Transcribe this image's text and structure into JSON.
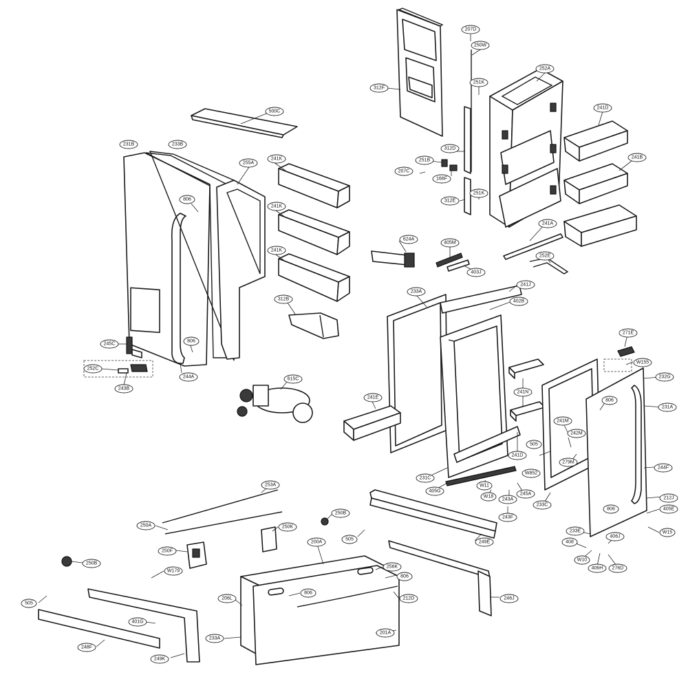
{
  "callouts": [
    {
      "id": "c-207d",
      "label": "207D"
    },
    {
      "id": "c-250w",
      "label": "250W"
    },
    {
      "id": "c-252a",
      "label": "252A"
    },
    {
      "id": "c-251k-top",
      "label": "251K"
    },
    {
      "id": "c-312f",
      "label": "312F"
    },
    {
      "id": "c-241d",
      "label": "241D"
    },
    {
      "id": "c-312d",
      "label": "312D"
    },
    {
      "id": "c-251b",
      "label": "251B"
    },
    {
      "id": "c-207c",
      "label": "207C"
    },
    {
      "id": "c-166f",
      "label": "166F"
    },
    {
      "id": "c-241b",
      "label": "241B"
    },
    {
      "id": "c-312e",
      "label": "312E"
    },
    {
      "id": "c-251k-mid",
      "label": "251K"
    },
    {
      "id": "c-241a",
      "label": "241A"
    },
    {
      "id": "c-252e",
      "label": "252E"
    },
    {
      "id": "c-500c",
      "label": "500C"
    },
    {
      "id": "c-231b",
      "label": "231B"
    },
    {
      "id": "c-233b",
      "label": "233B"
    },
    {
      "id": "c-255a",
      "label": "255A"
    },
    {
      "id": "c-241k-1",
      "label": "241K"
    },
    {
      "id": "c-241k-2",
      "label": "241K"
    },
    {
      "id": "c-241k-3",
      "label": "241K"
    },
    {
      "id": "c-806-a",
      "label": "806"
    },
    {
      "id": "c-624a",
      "label": "624A"
    },
    {
      "id": "c-405m",
      "label": "405M"
    },
    {
      "id": "c-403j",
      "label": "403J"
    },
    {
      "id": "c-312b",
      "label": "312B"
    },
    {
      "id": "c-233a",
      "label": "233A"
    },
    {
      "id": "c-241j",
      "label": "241J"
    },
    {
      "id": "c-402b",
      "label": "402B"
    },
    {
      "id": "c-245c",
      "label": "245C"
    },
    {
      "id": "c-806-b",
      "label": "806"
    },
    {
      "id": "c-252c",
      "label": "252C"
    },
    {
      "id": "c-243b",
      "label": "243B"
    },
    {
      "id": "c-244a",
      "label": "244A"
    },
    {
      "id": "c-615c",
      "label": "615C"
    },
    {
      "id": "c-241e",
      "label": "241E"
    },
    {
      "id": "c-241n",
      "label": "241N"
    },
    {
      "id": "c-271e",
      "label": "271E"
    },
    {
      "id": "c-w155",
      "label": "W155"
    },
    {
      "id": "c-232g",
      "label": "232G"
    },
    {
      "id": "c-806-c",
      "label": "806"
    },
    {
      "id": "c-231a",
      "label": "231A"
    },
    {
      "id": "c-241m",
      "label": "241M"
    },
    {
      "id": "c-242m",
      "label": "242M"
    },
    {
      "id": "c-505",
      "label": "505"
    },
    {
      "id": "c-279m",
      "label": "279M"
    },
    {
      "id": "c-w852",
      "label": "W852"
    },
    {
      "id": "c-241d-b",
      "label": "241D"
    },
    {
      "id": "c-231c",
      "label": "231C"
    },
    {
      "id": "c-244f",
      "label": "244F"
    },
    {
      "id": "c-405g",
      "label": "405G"
    },
    {
      "id": "c-w11",
      "label": "W11"
    },
    {
      "id": "c-w18",
      "label": "W18"
    },
    {
      "id": "c-243a",
      "label": "243A"
    },
    {
      "id": "c-245a",
      "label": "245A"
    },
    {
      "id": "c-233c",
      "label": "233C"
    },
    {
      "id": "c-243f",
      "label": "243F"
    },
    {
      "id": "c-212j",
      "label": "212J"
    },
    {
      "id": "c-806-d",
      "label": "806"
    },
    {
      "id": "c-405e",
      "label": "405E"
    },
    {
      "id": "c-233e",
      "label": "233E"
    },
    {
      "id": "c-406j",
      "label": "406J"
    },
    {
      "id": "c-w15",
      "label": "W15"
    },
    {
      "id": "c-408",
      "label": "408"
    },
    {
      "id": "c-w10",
      "label": "W10"
    },
    {
      "id": "c-406h",
      "label": "406H"
    },
    {
      "id": "c-276d",
      "label": "276D"
    },
    {
      "id": "c-253a",
      "label": "253A"
    },
    {
      "id": "c-250a",
      "label": "250A"
    },
    {
      "id": "c-250b-top",
      "label": "250B"
    },
    {
      "id": "c-505-b",
      "label": "505"
    },
    {
      "id": "c-250k",
      "label": "250K"
    },
    {
      "id": "c-249e",
      "label": "249E"
    },
    {
      "id": "c-250f",
      "label": "250F"
    },
    {
      "id": "c-250b-left",
      "label": "250B"
    },
    {
      "id": "c-w179",
      "label": "W179"
    },
    {
      "id": "c-200a",
      "label": "200A"
    },
    {
      "id": "c-256k",
      "label": "256K"
    },
    {
      "id": "c-806-e",
      "label": "806"
    },
    {
      "id": "c-806-f",
      "label": "806"
    },
    {
      "id": "c-212d",
      "label": "212D"
    },
    {
      "id": "c-246j",
      "label": "246J"
    },
    {
      "id": "c-505-c",
      "label": "505"
    },
    {
      "id": "c-401g",
      "label": "401G"
    },
    {
      "id": "c-206l",
      "label": "206L"
    },
    {
      "id": "c-248f",
      "label": "248F"
    },
    {
      "id": "c-233a-b",
      "label": "233A"
    },
    {
      "id": "c-201a",
      "label": "201A"
    },
    {
      "id": "c-249k",
      "label": "249K"
    }
  ]
}
